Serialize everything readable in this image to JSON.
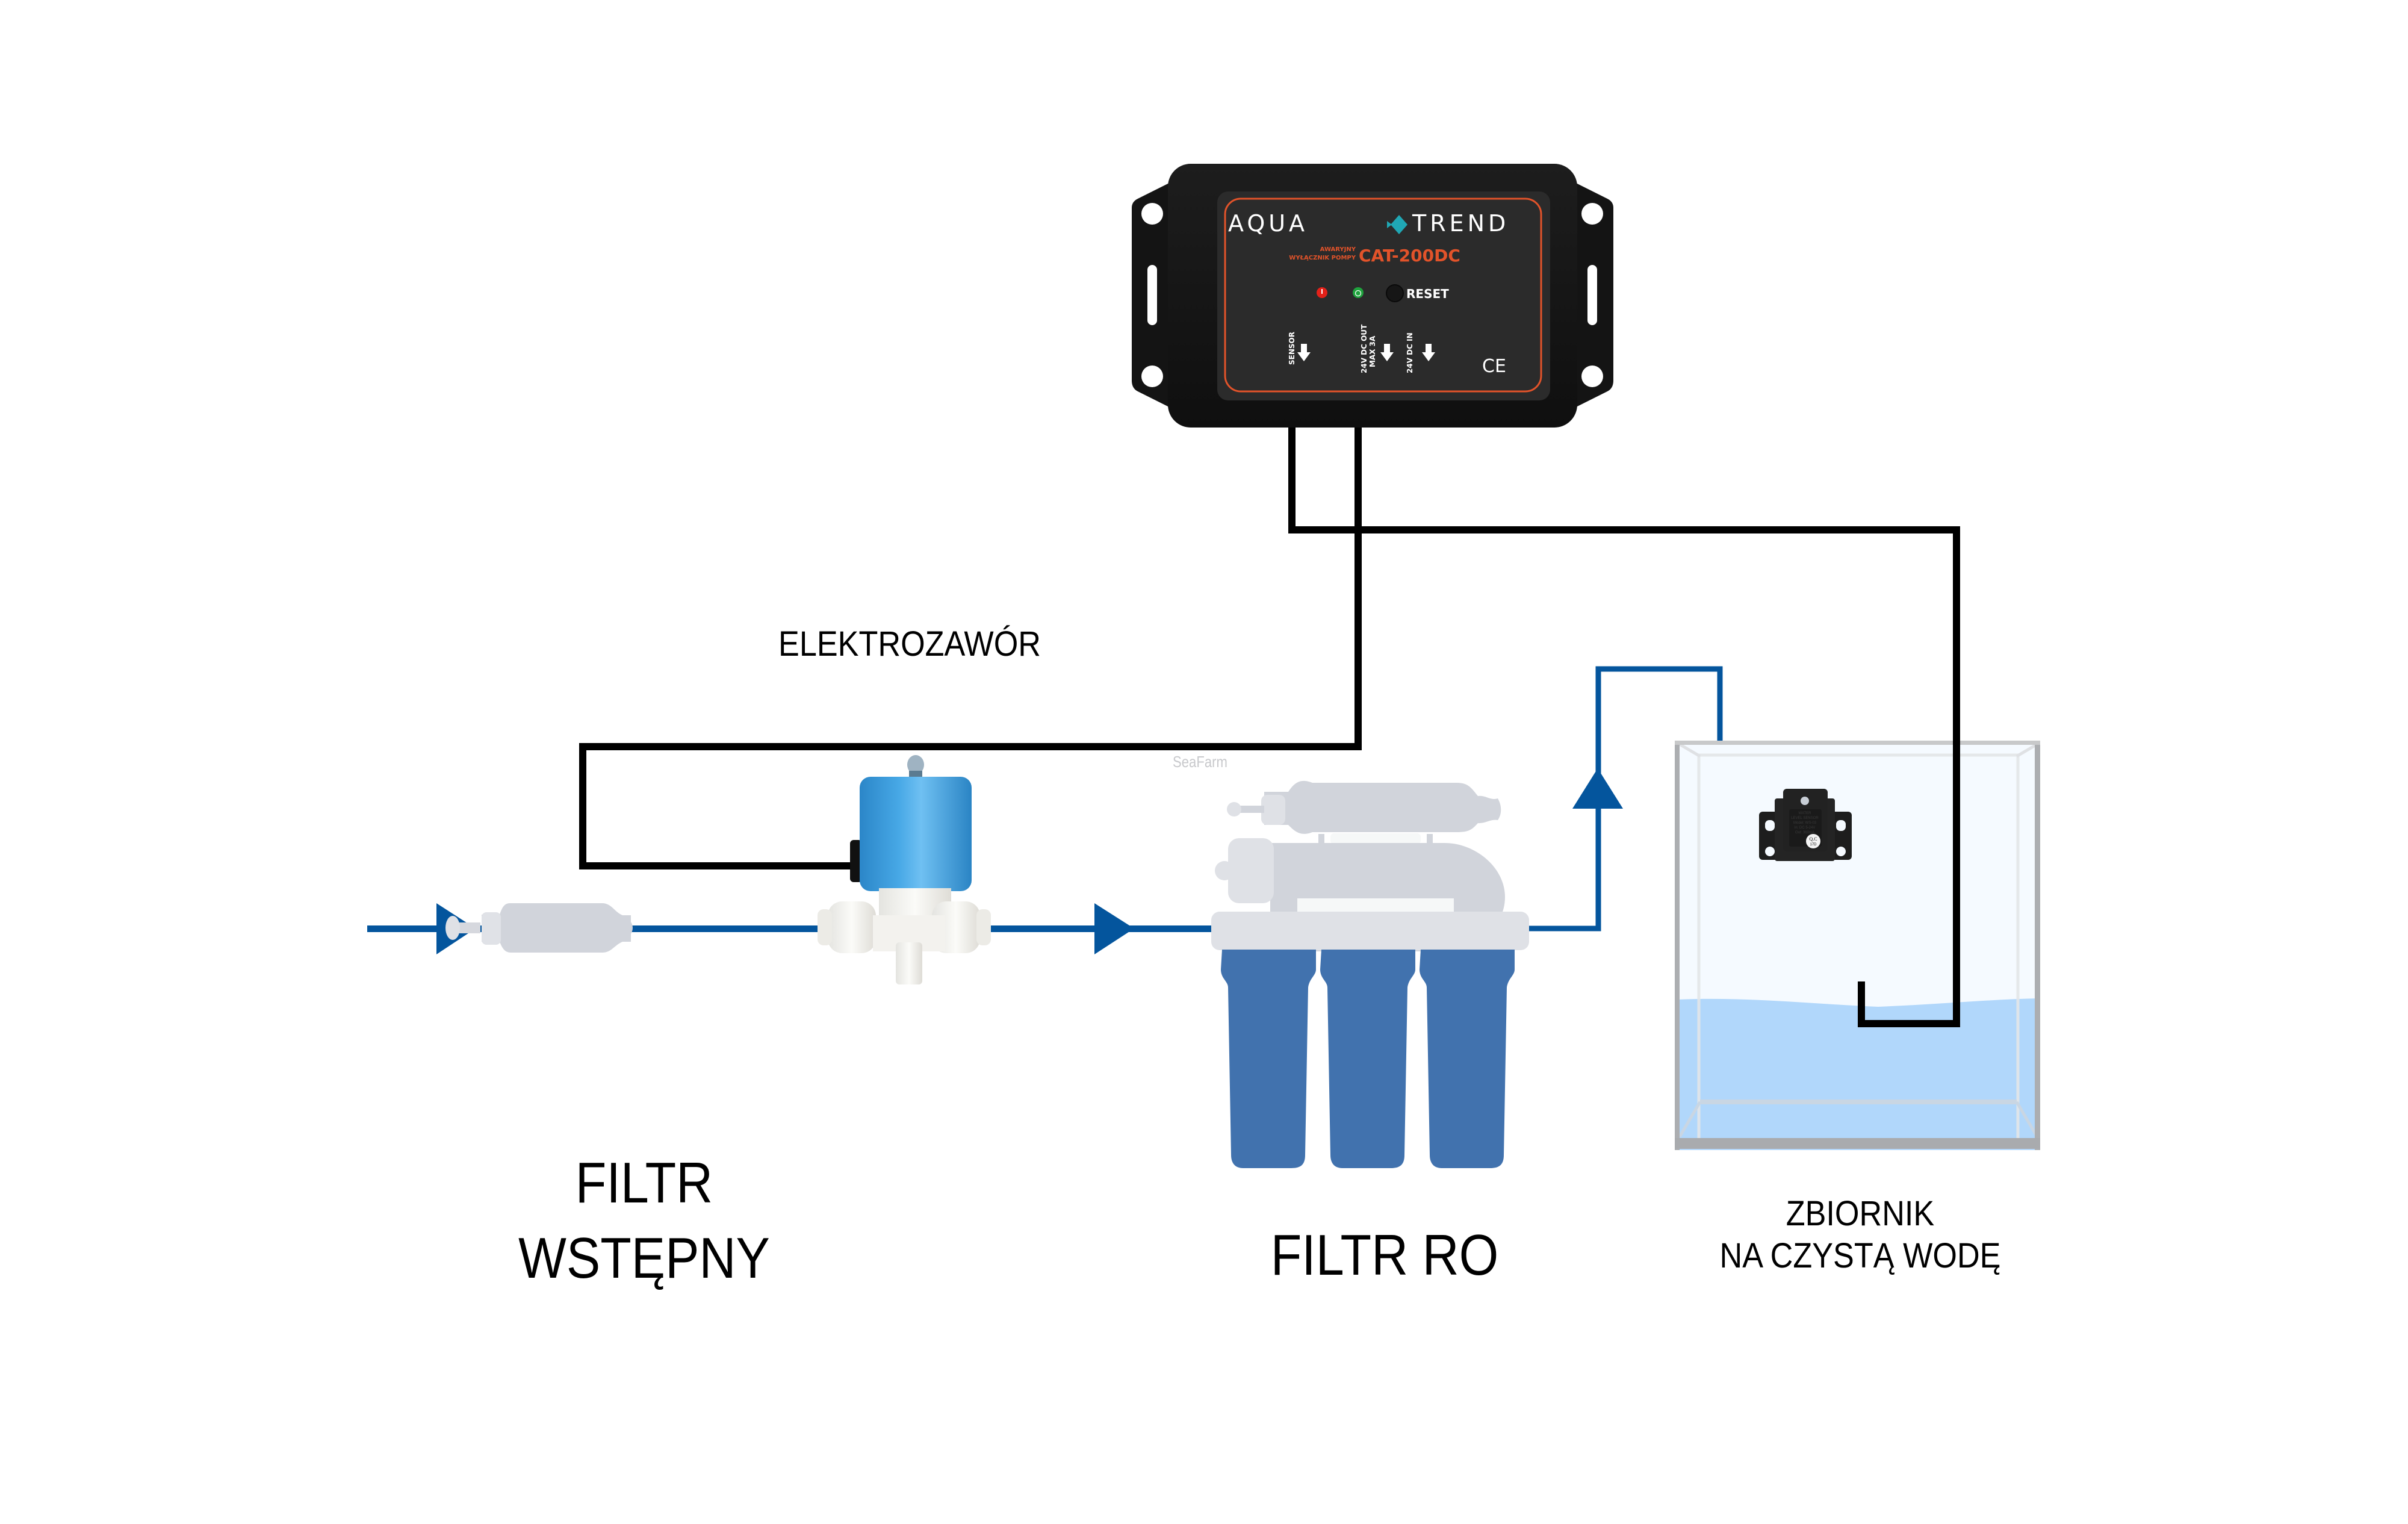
{
  "labels": {
    "solenoid_valve": "ELEKTROZAWÓR",
    "prefilter_line1": "FILTR",
    "prefilter_line2": "WSTĘPNY",
    "ro_filter": "FILTR RO",
    "tank_line1": "ZBIORNIK",
    "tank_line2": "NA CZYSTĄ WODĘ",
    "watermark": "SeaFarm"
  },
  "controller": {
    "brand_left": "AQUA",
    "brand_right": "TREND",
    "subtitle_line1": "AWARYJNY",
    "subtitle_line2": "WYŁĄCZNIK POMPY",
    "model": "CAT-200DC",
    "reset_label": "RESET",
    "ports": [
      {
        "line1": "SENSOR",
        "line2": ""
      },
      {
        "line1": "24V DC OUT",
        "line2": "MAX 3A"
      },
      {
        "line1": "24V DC IN",
        "line2": ""
      }
    ],
    "ce_mark": "CE",
    "indicators": [
      {
        "name": "alarm",
        "color": "#e32119"
      },
      {
        "name": "power",
        "color": "#1fa23d"
      }
    ],
    "accent_color": "#e2532a",
    "diamond_color": "#20a7b4"
  },
  "sensor": {
    "label_line1": "WATER",
    "label_line2": "LEVEL SENSOR",
    "label_line3": "Model: WS-03",
    "label_line4": "In: DC 5-24V",
    "label_line5": "Out: 360mA",
    "qc_line1": "Q.C",
    "qc_line2": "17D"
  },
  "colors": {
    "pipe": "#04559d",
    "wire": "#000000",
    "ro_housing": "#4172ae",
    "ro_top": "#d1d4da",
    "water": "#b1d7fb",
    "valve_blue": "#3799d8"
  },
  "flow": {
    "input_arrow_direction": "right",
    "mid_arrow_direction": "right",
    "output_arrow_direction": "up",
    "drops": 3
  }
}
